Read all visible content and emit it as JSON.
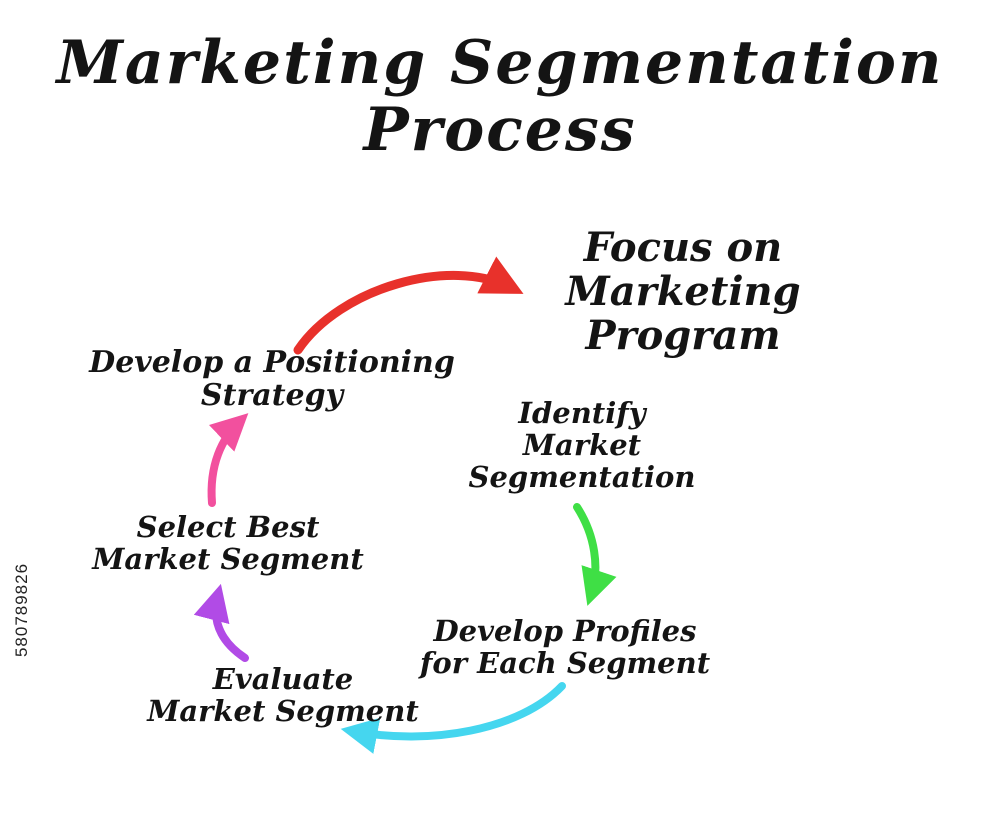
{
  "watermark": "580789826",
  "title": {
    "line1": "Marketing Segmentation",
    "line2": "Process"
  },
  "nodes": {
    "focus": {
      "line1": "Focus on",
      "line2": "Marketing",
      "line3": "Program"
    },
    "positioning": {
      "line1": "Develop a Positioning",
      "line2": "Strategy"
    },
    "identify": {
      "line1": "Identify",
      "line2": "Market",
      "line3": "Segmentation"
    },
    "select": {
      "line1": "Select Best",
      "line2": "Market Segment"
    },
    "profiles": {
      "line1": "Develop Profiles",
      "line2": "for Each Segment"
    },
    "evaluate": {
      "line1": "Evaluate",
      "line2": "Market Segment"
    }
  },
  "arrows": {
    "positioning_to_focus": {
      "color": "#e8312b",
      "from": "Develop a Positioning Strategy",
      "to": "Focus on Marketing Program"
    },
    "identify_to_profiles": {
      "color": "#3fdf45",
      "from": "Identify Market Segmentation",
      "to": "Develop Profiles for Each Segment"
    },
    "profiles_to_evaluate": {
      "color": "#45d6ef",
      "from": "Develop Profiles for Each Segment",
      "to": "Evaluate Market Segment"
    },
    "evaluate_to_select": {
      "color": "#b14be6",
      "from": "Evaluate Market Segment",
      "to": "Select Best Market Segment"
    },
    "select_to_positioning": {
      "color": "#f2509e",
      "from": "Select Best Market Segment",
      "to": "Develop a Positioning Strategy"
    }
  }
}
